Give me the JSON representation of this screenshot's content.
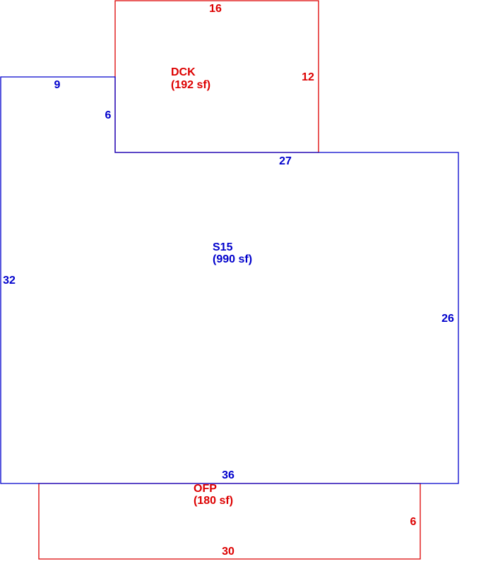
{
  "colors": {
    "main_area": "#0000cc",
    "sub_area": "#dd0000",
    "background": "#ffffff"
  },
  "areas": {
    "dck": {
      "code": "DCK",
      "area": "(192 sf)",
      "dims": {
        "top": "16",
        "right": "12"
      }
    },
    "s15": {
      "code": "S15",
      "area": "(990 sf)",
      "dims": {
        "top_left": "9",
        "left_step": "6",
        "top_right": "27",
        "left": "32",
        "right": "26",
        "bottom": "36"
      }
    },
    "ofp": {
      "code": "OFP",
      "area": "(180 sf)",
      "dims": {
        "right": "6",
        "bottom": "30"
      }
    }
  }
}
